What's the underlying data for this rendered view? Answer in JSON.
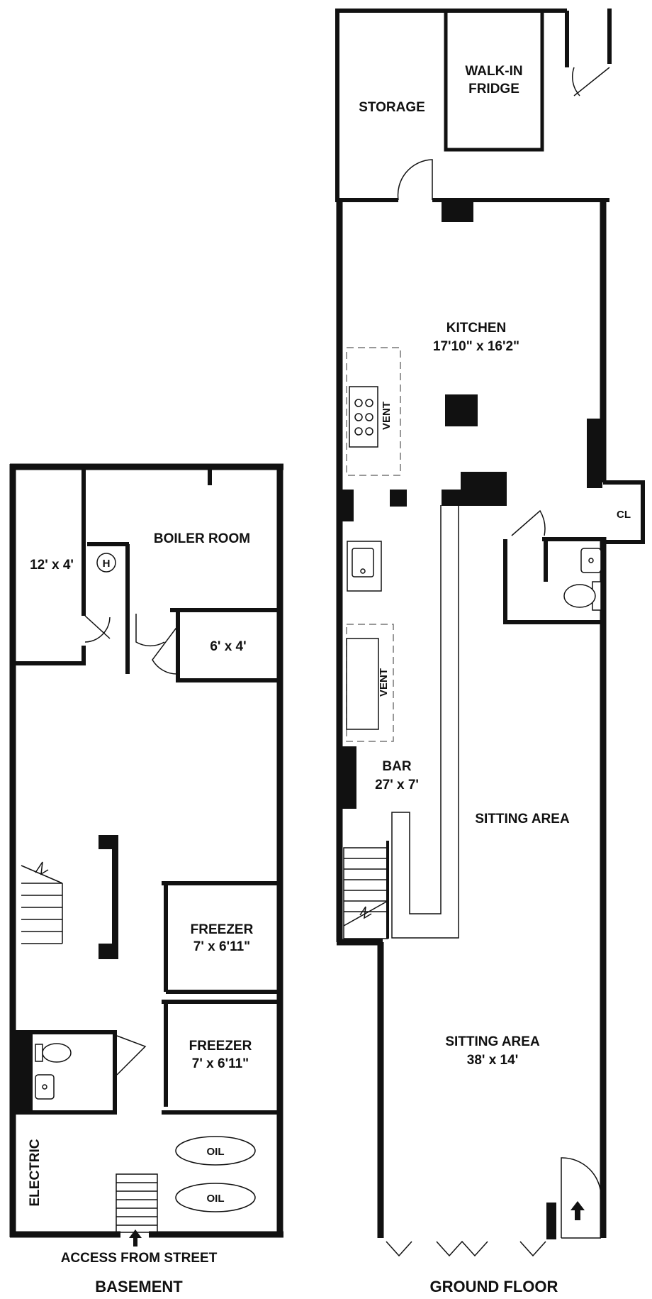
{
  "basement": {
    "title": "BASEMENT",
    "rooms": {
      "boiler_room": "BOILER ROOM",
      "closet_12x4": "12' x 4'",
      "closet_6x4": "6' x 4'",
      "heater_symbol": "H",
      "freezer_1_name": "FREEZER",
      "freezer_1_size": "7' x 6'11\"",
      "freezer_2_name": "FREEZER",
      "freezer_2_size": "7' x 6'11\"",
      "electric": "ELECTRIC",
      "oil_tank_1": "OIL",
      "oil_tank_2": "OIL"
    },
    "access": "ACCESS FROM STREET"
  },
  "ground_floor": {
    "title": "GROUND FLOOR",
    "rooms": {
      "storage": "STORAGE",
      "walk_in_line1": "WALK-IN",
      "walk_in_line2": "FRIDGE",
      "kitchen_name": "KITCHEN",
      "kitchen_size": "17'10\" x 16'2\"",
      "vent_1": "VENT",
      "vent_2": "VENT",
      "closet": "CL",
      "bar_name": "BAR",
      "bar_size": "27' x 7'",
      "sitting_area_upper": "SITTING AREA",
      "sitting_area_lower_name": "SITTING AREA",
      "sitting_area_lower_size": "38' x 14'"
    }
  }
}
